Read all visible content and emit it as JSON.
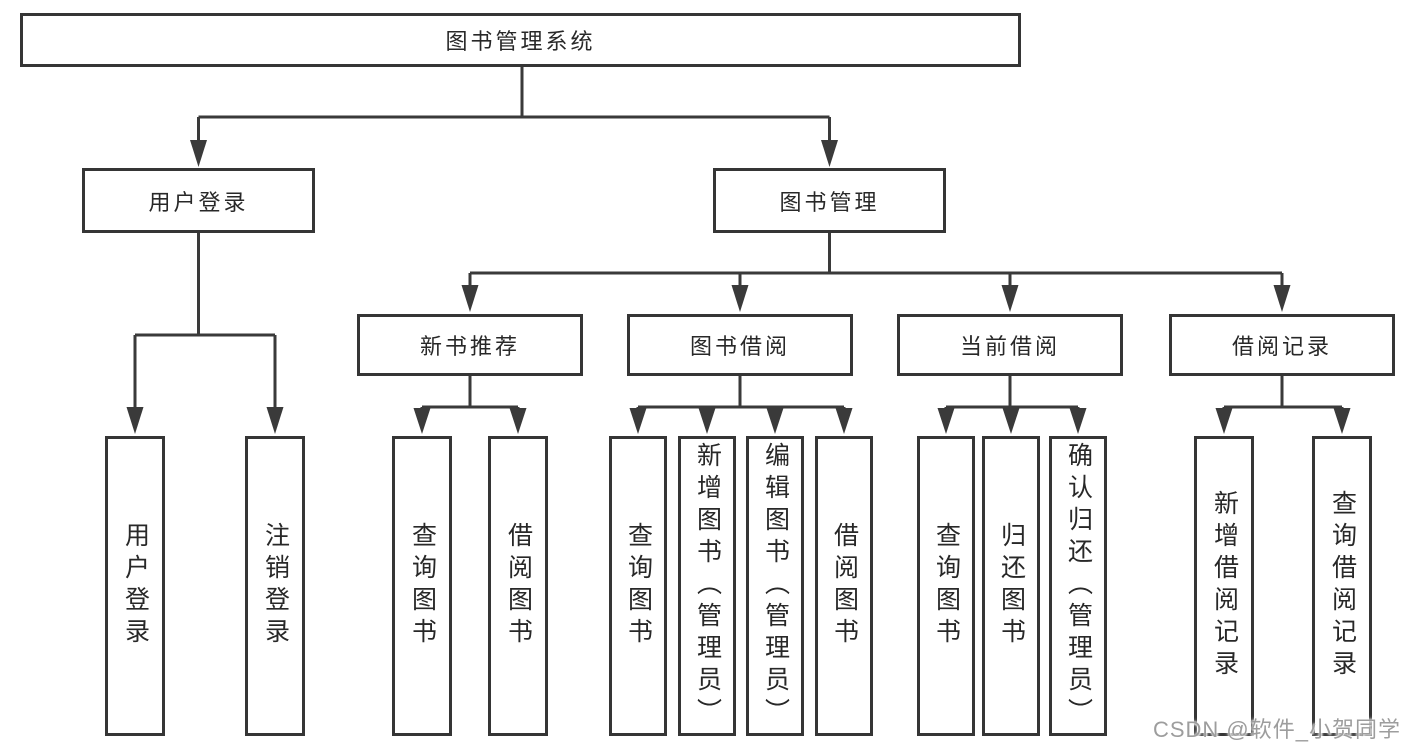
{
  "diagram": {
    "root": {
      "label": "图书管理系统"
    },
    "level2": [
      {
        "id": "user-login",
        "label": "用户登录"
      },
      {
        "id": "book-management",
        "label": "图书管理"
      }
    ],
    "level3": [
      {
        "id": "new-book-recommend",
        "label": "新书推荐",
        "parent": "图书管理"
      },
      {
        "id": "book-borrow",
        "label": "图书借阅",
        "parent": "图书管理"
      },
      {
        "id": "current-borrow",
        "label": "当前借阅",
        "parent": "图书管理"
      },
      {
        "id": "borrow-record",
        "label": "借阅记录",
        "parent": "图书管理"
      }
    ],
    "leaves": [
      {
        "label": "用户登录",
        "parent": "用户登录"
      },
      {
        "label": "注销登录",
        "parent": "用户登录"
      },
      {
        "label": "查询图书",
        "parent": "新书推荐"
      },
      {
        "label": "借阅图书",
        "parent": "新书推荐"
      },
      {
        "label": "查询图书",
        "parent": "图书借阅"
      },
      {
        "label": "新增图书（管理员）",
        "parent": "图书借阅"
      },
      {
        "label": "编辑图书（管理员）",
        "parent": "图书借阅"
      },
      {
        "label": "借阅图书",
        "parent": "图书借阅"
      },
      {
        "label": "查询图书",
        "parent": "当前借阅"
      },
      {
        "label": "归还图书",
        "parent": "当前借阅"
      },
      {
        "label": "确认归还（管理员）",
        "parent": "当前借阅"
      },
      {
        "label": "新增借阅记录",
        "parent": "借阅记录"
      },
      {
        "label": "查询借阅记录",
        "parent": "借阅记录"
      }
    ]
  },
  "watermark": {
    "text": "CSDN @软件_小贺同学"
  },
  "colors": {
    "background": "#ffffff",
    "line": "#3a3a3a",
    "box_border": "#353535",
    "text": "#282828",
    "watermark": "#9d9d9d"
  }
}
